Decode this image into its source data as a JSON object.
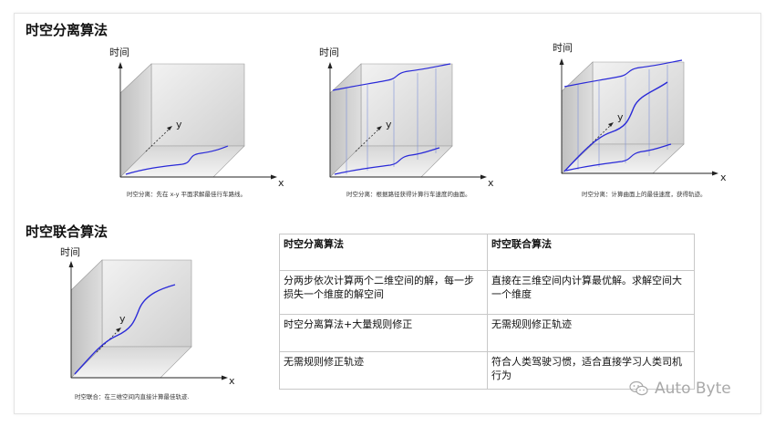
{
  "section1": {
    "title": "时空分离算法"
  },
  "section2": {
    "title": "时空联合算法"
  },
  "labels": {
    "time": "时间",
    "x": "x",
    "y": "y"
  },
  "diagrams": [
    {
      "caption": "时空分离：先在 x-y 平面求解最佳行车路线。"
    },
    {
      "caption": "时空分离：根据路径获得计算行车速度的曲面。"
    },
    {
      "caption": "时空分离：计算曲面上的最佳速度，获得轨迹。"
    },
    {
      "caption": "时空联合：在三维空间内直接计算最佳轨迹."
    }
  ],
  "table": {
    "headers": [
      "时空分离算法",
      "时空联合算法"
    ],
    "rows": [
      [
        "分两步依次计算两个二维空间的解，每一步损失一个维度的解空间",
        "直接在三维空间内计算最优解。求解空间大一个维度"
      ],
      [
        "时空分离算法+大量规则修正",
        "无需规则修正轨迹"
      ],
      [
        "无需规则修正轨迹",
        "符合人类驾驶习惯，适合直接学习人类司机行为"
      ]
    ]
  },
  "watermark": {
    "text": "Auto Byte",
    "icon": "wechat-icon"
  },
  "colors": {
    "curve": "#2a2ad8",
    "face_light": "#dcdcdc",
    "face_dark": "#bdbdbd"
  }
}
